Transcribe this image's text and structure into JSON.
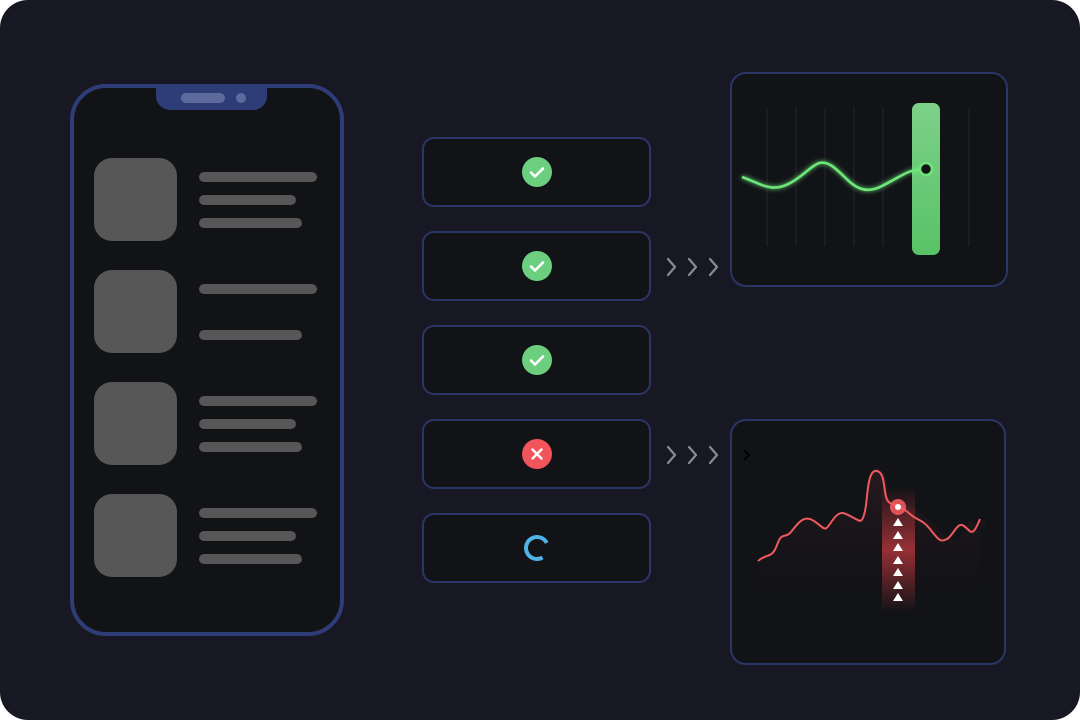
{
  "colors": {
    "background": "#181824",
    "panel": "#121317",
    "border": "#2e3d78",
    "placeholder": "#575757",
    "success": "#6ccf7f",
    "error": "#f2545b",
    "loading": "#4fb3e8",
    "chart_green": "#6ee77a",
    "chart_red": "#ef5a5f"
  },
  "phone": {
    "list_items": [
      {
        "lines": 3
      },
      {
        "lines": 2
      },
      {
        "lines": 3
      },
      {
        "lines": 3
      }
    ]
  },
  "status_checks": [
    {
      "status": "success",
      "icon": "check-icon"
    },
    {
      "status": "success",
      "icon": "check-icon"
    },
    {
      "status": "success",
      "icon": "check-icon"
    },
    {
      "status": "error",
      "icon": "close-icon"
    },
    {
      "status": "loading",
      "icon": "spinner-icon"
    }
  ],
  "flows": [
    {
      "from_check": 2,
      "to": "green-chart",
      "icon": "chevrons-right-icon"
    },
    {
      "from_check": 4,
      "to": "red-chart",
      "icon": "chevrons-right-icon"
    }
  ]
}
